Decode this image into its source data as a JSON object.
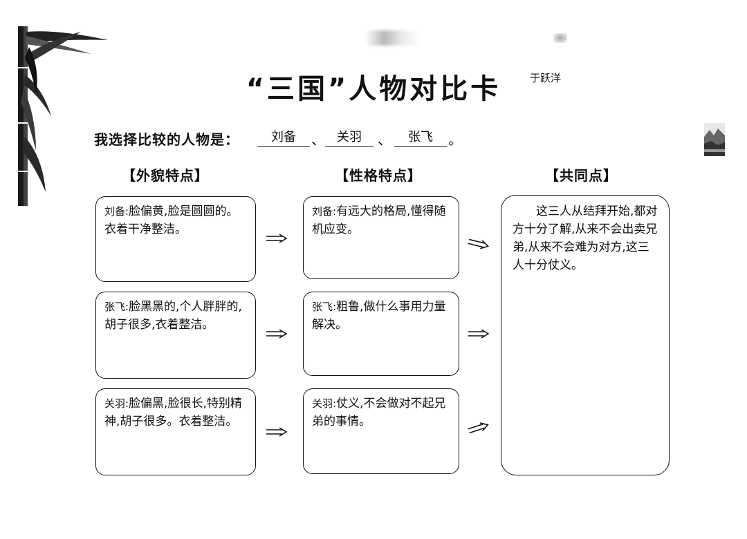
{
  "title": "“三国”人物对比卡",
  "author": "于跃洋",
  "prompt": {
    "label": "我选择比较的人物是：",
    "choices": [
      "刘备",
      "关羽",
      "张飞"
    ],
    "separator": "、",
    "end": "。"
  },
  "columns": {
    "appearance": "【外貌特点】",
    "personality": "【性格特点】",
    "common": "【共同点】"
  },
  "rows": [
    {
      "appearance": {
        "name": "刘备:",
        "text": "脸偏黄,脸是圆圆的。衣着干净整洁。"
      },
      "personality": {
        "name": "刘备:",
        "text": "有远大的格局,懂得随机应变。"
      }
    },
    {
      "appearance": {
        "name": "张飞:",
        "text": "脸黑黑的,个人胖胖的,胡子很多,衣着整洁。"
      },
      "personality": {
        "name": "张飞:",
        "text": "粗鲁,做什么事用力量解决。"
      }
    },
    {
      "appearance": {
        "name": "关羽:",
        "text": "脸偏黑,脸很长,特别精神,胡子很多。衣着整洁。"
      },
      "personality": {
        "name": "关羽:",
        "text": "仗义,不会做对不起兄弟的事情。"
      }
    }
  ],
  "common_text": "这三人从结拜开始,都对方十分了解,从来不会出卖兄弟,从来不会难为对方,这三人十分仗义。",
  "icons": {
    "arrow": "double-arrow-right-icon",
    "decoration": "bamboo-icon"
  }
}
